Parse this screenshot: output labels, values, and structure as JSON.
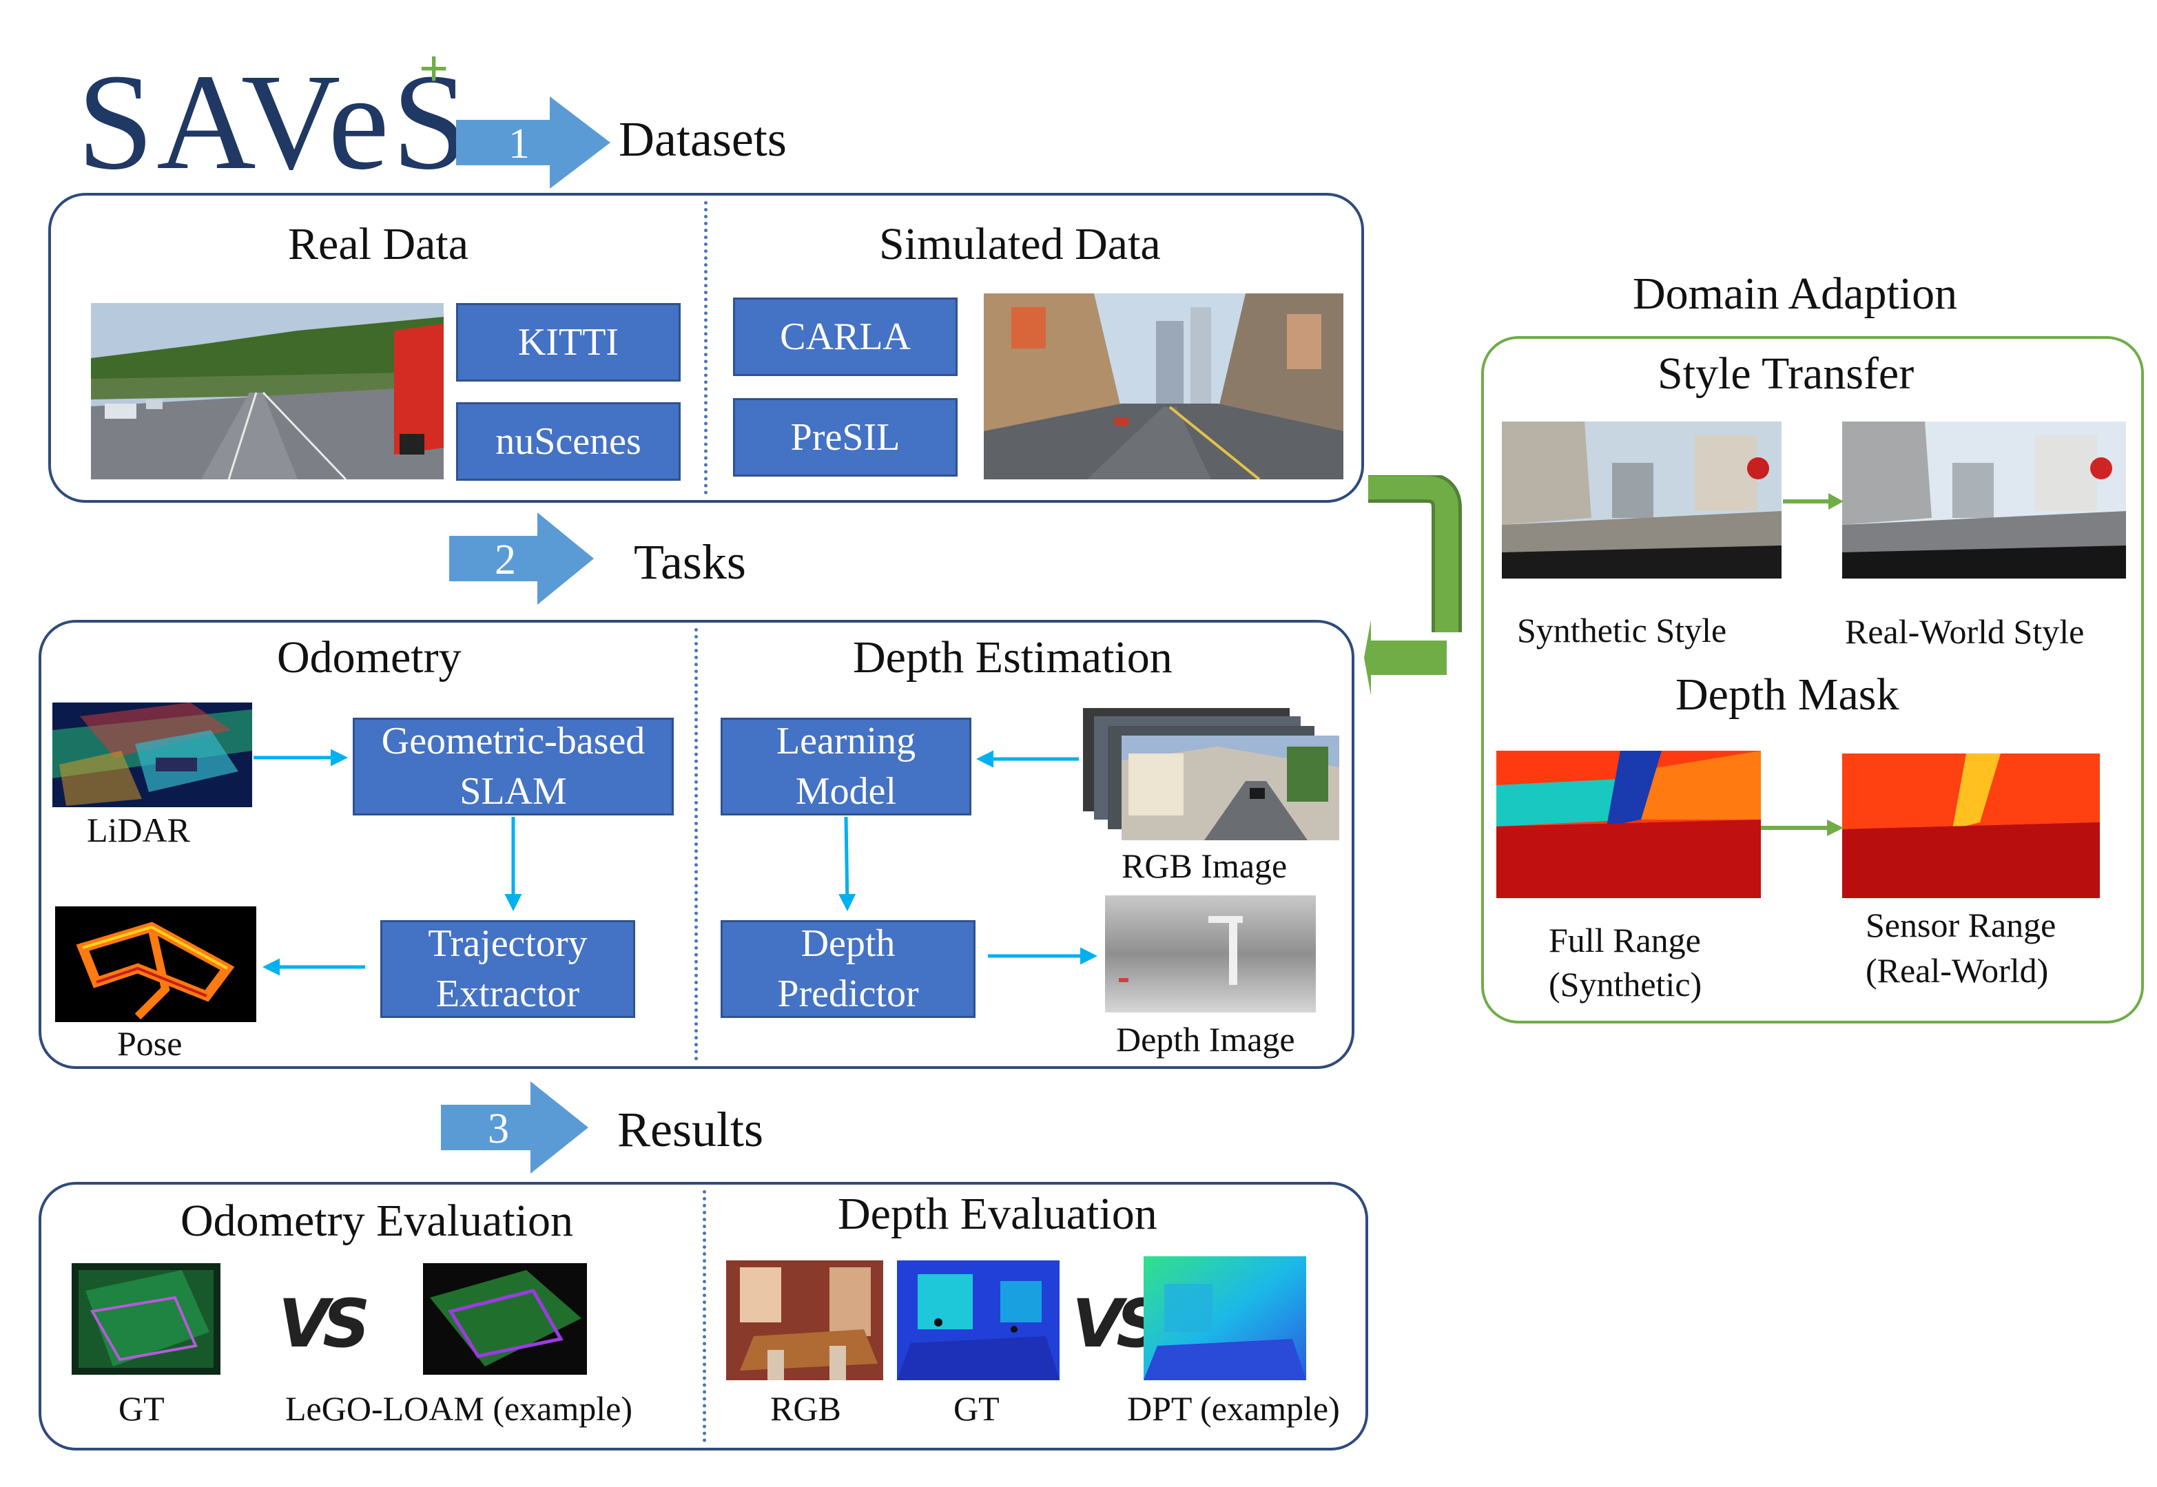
{
  "logo": {
    "text": "SAVeS",
    "plus": "+"
  },
  "steps": [
    {
      "number": "1",
      "label": "Datasets"
    },
    {
      "number": "2",
      "label": "Tasks"
    },
    {
      "number": "3",
      "label": "Results"
    }
  ],
  "datasets": {
    "real": {
      "title": "Real Data",
      "items": [
        "KITTI",
        "nuScenes"
      ]
    },
    "simulated": {
      "title": "Simulated Data",
      "items": [
        "CARLA",
        "PreSIL"
      ]
    }
  },
  "tasks": {
    "odometry": {
      "title": "Odometry",
      "lidar_caption": "LiDAR",
      "slam_box": "Geometric-based SLAM",
      "trajectory_box": "Trajectory Extractor",
      "pose_caption": "Pose"
    },
    "depth": {
      "title": "Depth Estimation",
      "learning_box": "Learning Model",
      "predictor_box": "Depth Predictor",
      "rgb_caption": "RGB Image",
      "depth_caption": "Depth Image"
    }
  },
  "results": {
    "odometry": {
      "title": "Odometry Evaluation",
      "gt_caption": "GT",
      "vs": "VS",
      "method_caption": "LeGO-LOAM (example)"
    },
    "depth": {
      "title": "Depth Evaluation",
      "rgb_caption": "RGB",
      "gt_caption": "GT",
      "vs": "VS",
      "method_caption": "DPT (example)"
    }
  },
  "domain_adaption": {
    "title": "Domain Adaption",
    "style_transfer": {
      "title": "Style Transfer",
      "from_caption": "Synthetic Style",
      "to_caption": "Real-World Style"
    },
    "depth_mask": {
      "title": "Depth Mask",
      "from_caption_1": "Full Range",
      "from_caption_2": "(Synthetic)",
      "to_caption_1": "Sensor Range",
      "to_caption_2": "(Real-World)"
    }
  },
  "colors": {
    "accent_blue": "#4472c4",
    "step_arrow": "#5b9bd5",
    "panel_border": "#2f4b7c",
    "connector_arrow": "#00b0f0",
    "domain_green": "#70ad47"
  }
}
